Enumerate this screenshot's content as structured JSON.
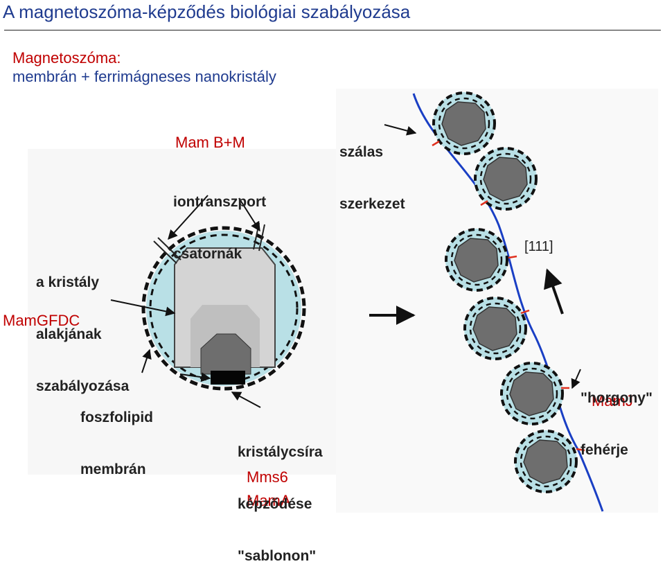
{
  "title": "A magnetoszóma-képződés biológiai szabályozása",
  "subtitle_line1": "Magnetoszóma:",
  "subtitle_line2": "membrán + ferrimágneses nanokristály",
  "proteins": {
    "mamBM": "Mam B+M",
    "mamGFDC": "MamGFDC",
    "mms6": "Mms6",
    "mamA": "MamA",
    "mamJ": "MamJ"
  },
  "labels": {
    "ion_transport_1": "iontranszport",
    "ion_transport_2": "csatornák",
    "crystal_shape_1": "a kristály",
    "crystal_shape_2": "alakjának",
    "crystal_shape_3": "szabályozása",
    "phospholipid_1": "foszfolipid",
    "phospholipid_2": "membrán",
    "nucleation_1": "kristálycsíra",
    "nucleation_2": "képződése",
    "nucleation_3": "\"sablonon\"",
    "fibrous_1": "szálas",
    "fibrous_2": "szerkezet",
    "direction": "[111]",
    "anchor_1": "\"horgony\"",
    "anchor_2": "fehérje"
  },
  "colors": {
    "title": "#1f3b8f",
    "protein_label": "#c00000",
    "membrane_fill": "#b9e0e6",
    "crystal": "#6e6e6e",
    "filament": "#1a3fc4"
  }
}
